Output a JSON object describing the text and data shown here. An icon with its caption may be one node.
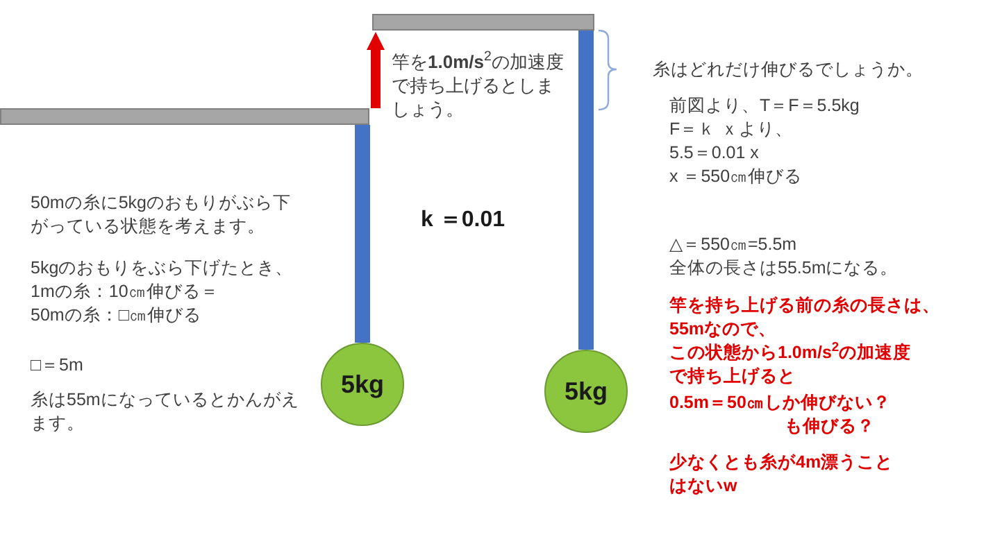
{
  "diagram": {
    "nodes": [
      {
        "text": [],
        "shape": "bar"
      },
      {
        "text": [
          "5kg"
        ]
      },
      {
        "text": [],
        "shape": "bar"
      },
      {
        "text": [
          "5kg"
        ]
      }
    ],
    "edges": [
      {
        "from": 0,
        "to": 1,
        "arrow": "none"
      },
      {
        "from": 2,
        "to": 3,
        "arrow": "none"
      }
    ],
    "labels": [
      "50mの糸に5kgのおもりがぶら下がっている状態を考えます。",
      "5kgのおもりをぶら下げたとき、",
      "1mの糸：10㎝伸びる＝",
      "50mの糸：□㎝伸びる",
      "□＝5m",
      "糸は55mになっているとかんがえます。",
      "竿を**1.0m/s**$^{2}$の加速度で持ち上げるとしましょう。",
      "k ＝0.01",
      "糸はどれだけ伸びるでしょうか。",
      "前図より、T＝F＝5.5kg",
      "F＝ｋ ｘより、",
      "5.5＝0.01 x",
      "x ＝550㎝伸びる",
      "△＝550㎝=5.5m",
      "全体の長さは55.5mになる。",
      "竿を持ち上げる前の糸の長さは、",
      "55mなので、",
      "この状態から1.0m/s$^{2}$の加速度で持ち上げると",
      "0.5m＝50㎝しか伸びない？",
      "も伸びる？",
      "少なくとも糸が4m漂うことはないw"
    ]
  }
}
